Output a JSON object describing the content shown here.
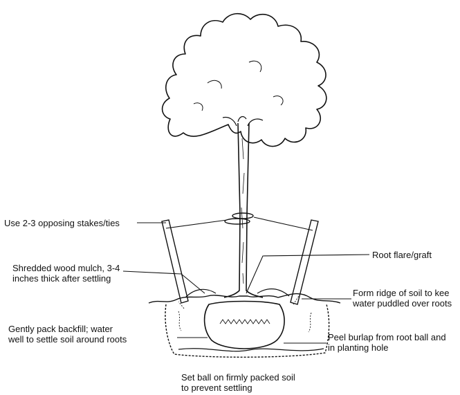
{
  "labels": {
    "stakes": "Use 2-3 opposing stakes/ties",
    "root_flare": "Root flare/graft",
    "mulch": {
      "line1": "Shredded wood mulch, 3-4",
      "line2": "inches thick after settling"
    },
    "ridge": {
      "line1": "Form ridge of soil to kee",
      "line2": "water puddled over roots"
    },
    "backfill": {
      "line1": "Gently pack backfill; water",
      "line2": "well to settle soil around roots"
    },
    "burlap": {
      "line1": "Peel burlap from root ball and",
      "line2": "in planting hole"
    },
    "ball": {
      "line1": "Set ball on firmly packed soil",
      "line2": "to prevent settling"
    }
  },
  "colors": {
    "ink": "#111111",
    "background": "#ffffff"
  }
}
